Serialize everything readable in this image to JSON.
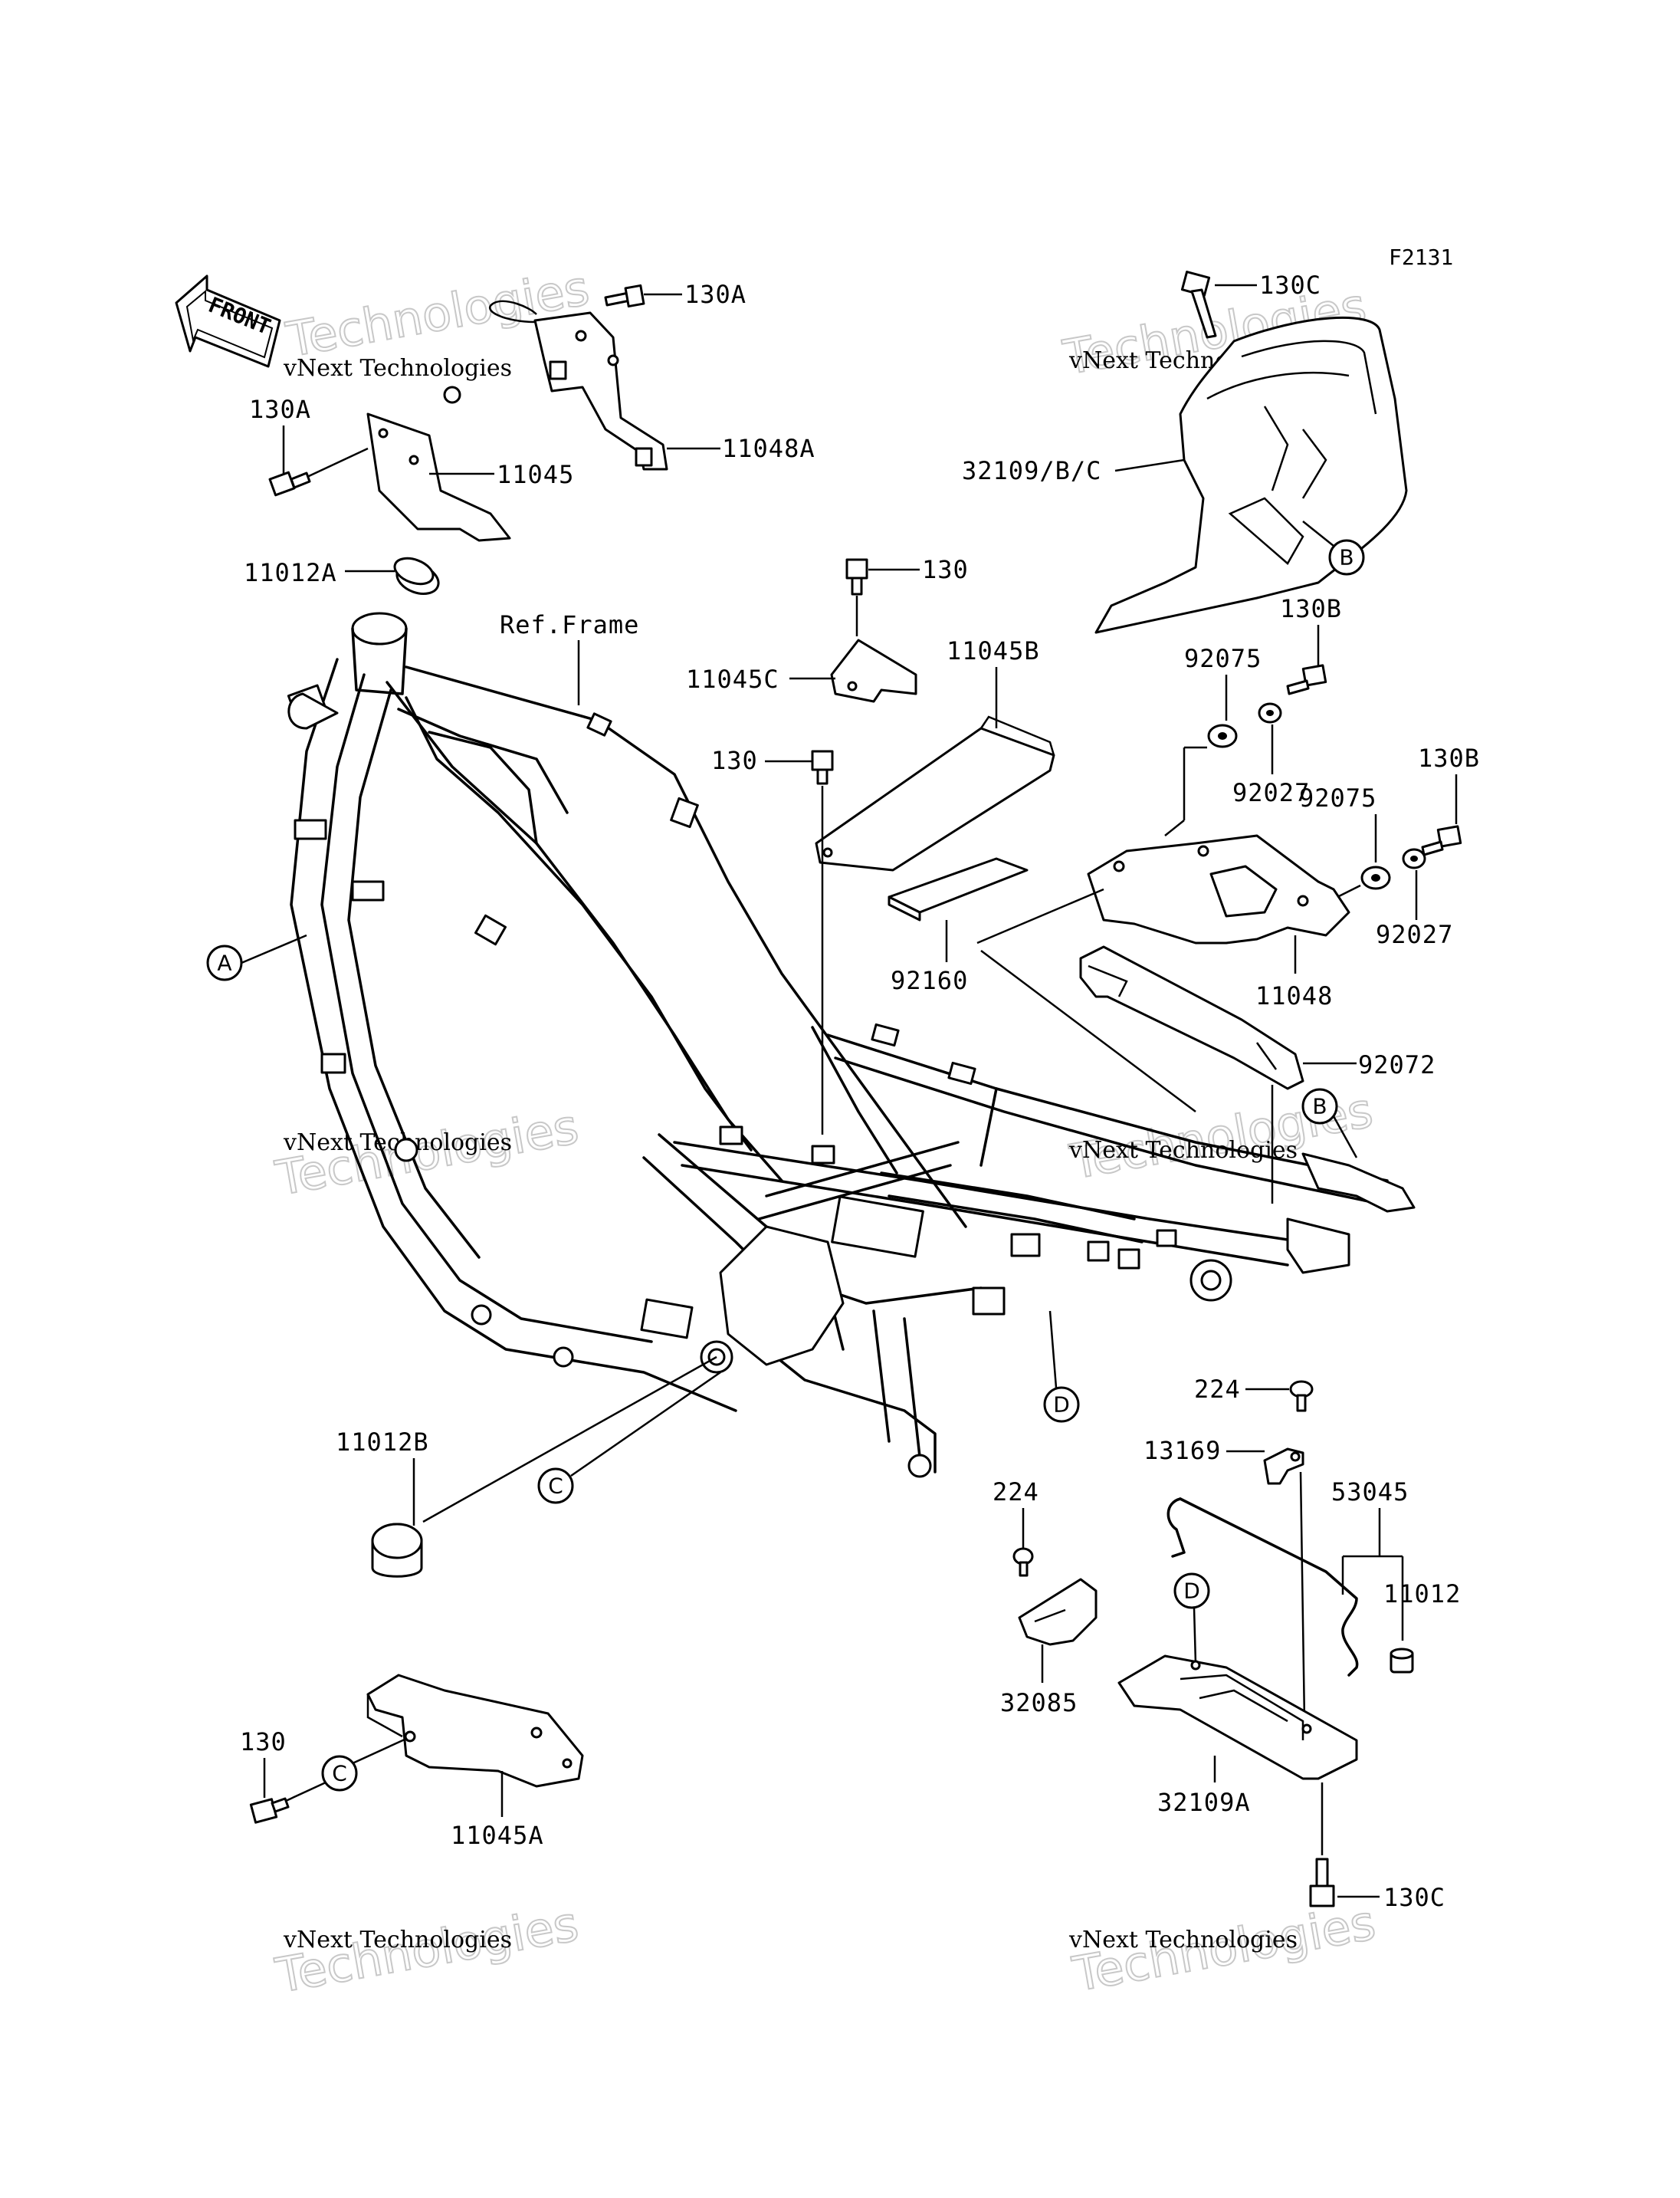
{
  "figure_code": "F2131",
  "front_arrow_label": "FRONT",
  "ref_frame": "Ref.Frame",
  "watermark": {
    "line1": "vNext Technologies",
    "line2": "Technologies"
  },
  "parts": {
    "p130A_top": "130A",
    "p130A_left": "130A",
    "p11048A": "11048A",
    "p11045": "11045",
    "p11012A": "11012A",
    "p130C_top": "130C",
    "p32109BC": "32109/B/C",
    "p130_top": "130",
    "p11045B": "11045B",
    "p11045C": "11045C",
    "p130_mid": "130",
    "p92160": "92160",
    "p130B_a": "130B",
    "p92075_a": "92075",
    "p92027_a": "92027",
    "p130B_b": "130B",
    "p92075_b": "92075",
    "p92027_b": "92027",
    "p11048": "11048",
    "p92072": "92072",
    "p11012B": "11012B",
    "p224_a": "224",
    "p13169": "13169",
    "p53045": "53045",
    "p224_b": "224",
    "p11012": "11012",
    "p32085": "32085",
    "p32109A": "32109A",
    "p130C_bot": "130C",
    "p130_bot": "130",
    "p11045A": "11045A"
  },
  "refs": {
    "A": "A",
    "B1": "B",
    "B2": "B",
    "C1": "C",
    "C2": "C",
    "D1": "D",
    "D2": "D"
  }
}
